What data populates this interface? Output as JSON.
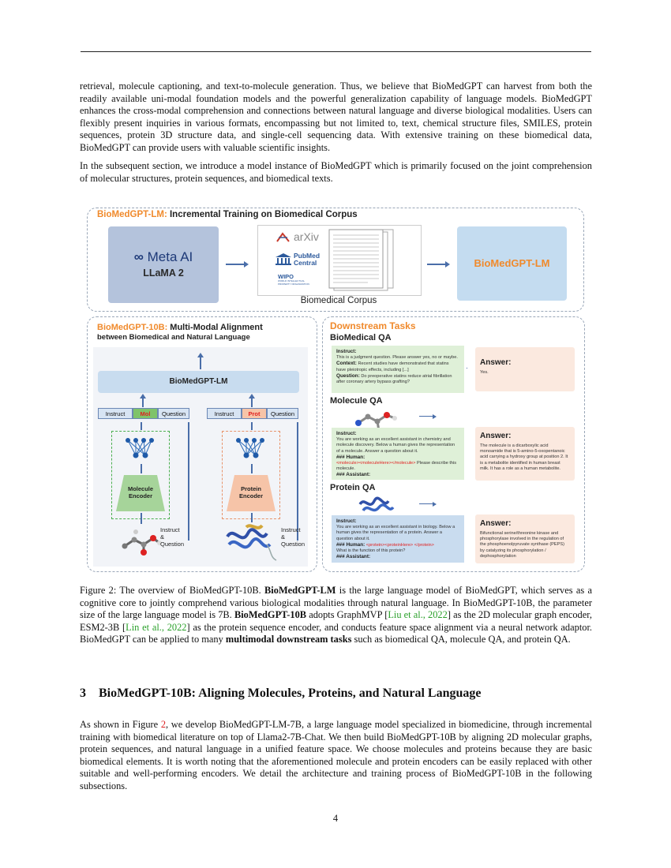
{
  "intro": {
    "p1": "retrieval, molecule captioning, and text-to-molecule generation. Thus, we believe that BioMedGPT can harvest from both the readily available uni-modal foundation models and the powerful generalization capability of language models. BioMedGPT enhances the cross-modal comprehension and connections between natural language and diverse biological modalities. Users can flexibly present inquiries in various formats, encompassing but not limited to, text, chemical structure files, SMILES, protein sequences, protein 3D structure data, and single-cell sequencing data. With extensive training on these biomedical data, BioMedGPT can provide users with valuable scientific insights.",
    "p2": "In the subsequent section, we introduce a model instance of BioMedGPT which is primarily focused on the joint comprehension of molecular structures, protein sequences, and biomedical texts."
  },
  "figure": {
    "lm_panel": {
      "title_accent": "BioMedGPT-LM:",
      "title_rest": " Incremental Training on Biomedical Corpus",
      "meta_ai": "Meta AI",
      "llama": "LLaMA 2",
      "arxiv": "arXiv",
      "pubmed_l1": "PubMed",
      "pubmed_l2": "Central",
      "wipo": "WIPO",
      "wipo_sub": "WORLD INTELLECTUAL PROPERTY ORGANIZATION",
      "corpus_label": "Biomedical Corpus",
      "output": "BioMedGPT-LM"
    },
    "align_panel": {
      "title_accent": "BioMedGPT-10B:",
      "title_rest": " Multi-Modal Alignment",
      "title_line2": "between Biomedical and Natural Language",
      "lm_box": "BioMedGPT-LM",
      "tokens_mol": [
        "Instruct",
        "Mol",
        "Question"
      ],
      "tokens_prot": [
        "Instruct",
        "Prot",
        "Question"
      ],
      "mol_encoder": [
        "Molecule",
        "Encoder"
      ],
      "prot_encoder": [
        "Protein",
        "Encoder"
      ],
      "iq_label": [
        "Instruct",
        "&",
        "Question"
      ]
    },
    "tasks_panel": {
      "title": "Downstream Tasks",
      "biomed_qa": {
        "heading": "BioMedical QA",
        "instruct_label": "Instruct:",
        "instruct": "This is a judgment question. Please answer yes, no or maybe.",
        "context_label": "Context:",
        "context": "Recent studies have demonstrated that statins have pleiotropic effects, including [...]",
        "question_label": "Question:",
        "question": "Do preoperative statins reduce atrial fibrillation after coronary artery bypass grafting?",
        "answer_label": "Answer:",
        "answer": "Yes."
      },
      "molecule_qa": {
        "heading": "Molecule QA",
        "instruct_label": "Instruct:",
        "instruct": "You are working as an excellent assistant in chemistry and molecule discovery. Below a human gives the representation of a molecule. Answer a question about it.",
        "human_label": "### Human:",
        "human_tag": "<molecule><moleculeHere></molecule>",
        "human_rest": "Please describe this molecule.",
        "assistant": "### Assistant:",
        "answer_label": "Answer:",
        "answer": "The molecule is a dicarboxylic acid monoamide that is 5-amino-5-oxopentanoic acid carrying a hydroxy group at position 2. It is a metabolite identified in human breast milk. It has a role as a human metabolite."
      },
      "protein_qa": {
        "heading": "Protein QA",
        "instruct_label": "Instruct:",
        "instruct": "You are working as an excellent assistant in biology. Below a human gives the representation of a protein. Answer a question about it.",
        "human_label": "### Human:",
        "human_tag": "<protein><proteinHere> </protein>",
        "human_rest": "What is the function of this protein?",
        "assistant": "### Assistant:",
        "answer_label": "Answer:",
        "answer": "Bifunctional serine/threonine kinase and phosphorylase involved in the regulation of the phosphoenolpyruvate synthase (PEPS) by catalyzing its phosphorylation / dephosphorylation"
      }
    }
  },
  "caption": {
    "label": "Figure 2:",
    "t1": " The overview of BioMedGPT-10B. ",
    "b1": "BioMedGPT-LM",
    "t2": " is the large language model of BioMedGPT, which serves as a cognitive core to jointly comprehend various biological modalities through natural language. In BioMedGPT-10B, the parameter size of the large language model is 7B. ",
    "b2": "BioMedGPT-10B",
    "t3": " adopts GraphMVP [",
    "c1": "Liu et al., 2022",
    "t4": "] as the 2D molecular graph encoder, ESM2-3B [",
    "c2": "Lin et al., 2022",
    "t5": "] as the protein sequence encoder, and conducts feature space alignment via a neural network adaptor. BioMedGPT can be applied to many ",
    "b3": "multimodal downstream tasks",
    "t6": " such as biomedical QA, molecule QA, and protein QA."
  },
  "section": {
    "number": "3",
    "title": "BioMedGPT-10B: Aligning Molecules, Proteins, and Natural Language",
    "t1": "As shown in Figure ",
    "ref": "2",
    "t2": ", we develop BioMedGPT-LM-7B, a large language model specialized in biomedicine, through incremental training with biomedical literature on top of Llama2-7B-Chat. We then build BioMedGPT-10B by aligning 2D molecular graphs, protein sequences, and natural language in a unified feature space. We choose molecules and proteins because they are basic biomedical elements. It is worth noting that the aforementioned molecule and protein encoders can be easily replaced with other suitable and well-performing encoders. We detail the architecture and training process of BioMedGPT-10B in the following subsections."
  },
  "page_number": "4"
}
